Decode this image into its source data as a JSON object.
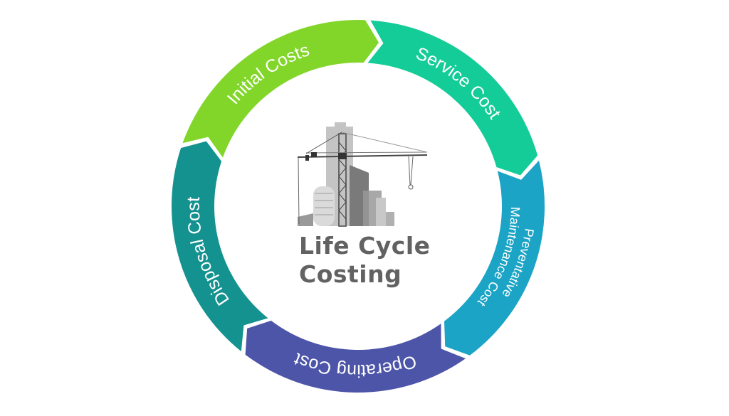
{
  "title": {
    "line1": "Life Cycle",
    "line2": "Costing"
  },
  "icon": "building-crane-icon",
  "segments": [
    {
      "id": "initial-costs",
      "lines": [
        "Initial Costs"
      ],
      "color": "#82d62a"
    },
    {
      "id": "service-cost",
      "lines": [
        "Service Cost"
      ],
      "color": "#14cc97"
    },
    {
      "id": "preventative-maintenance-cost",
      "lines": [
        "Preventative",
        "Maintenance Cost"
      ],
      "color": "#1ba4c5"
    },
    {
      "id": "operating-cost",
      "lines": [
        "Operating Cost"
      ],
      "color": "#4d55a8"
    },
    {
      "id": "disposal-cost",
      "lines": [
        "Disposal Cost"
      ],
      "color": "#14928f"
    }
  ]
}
